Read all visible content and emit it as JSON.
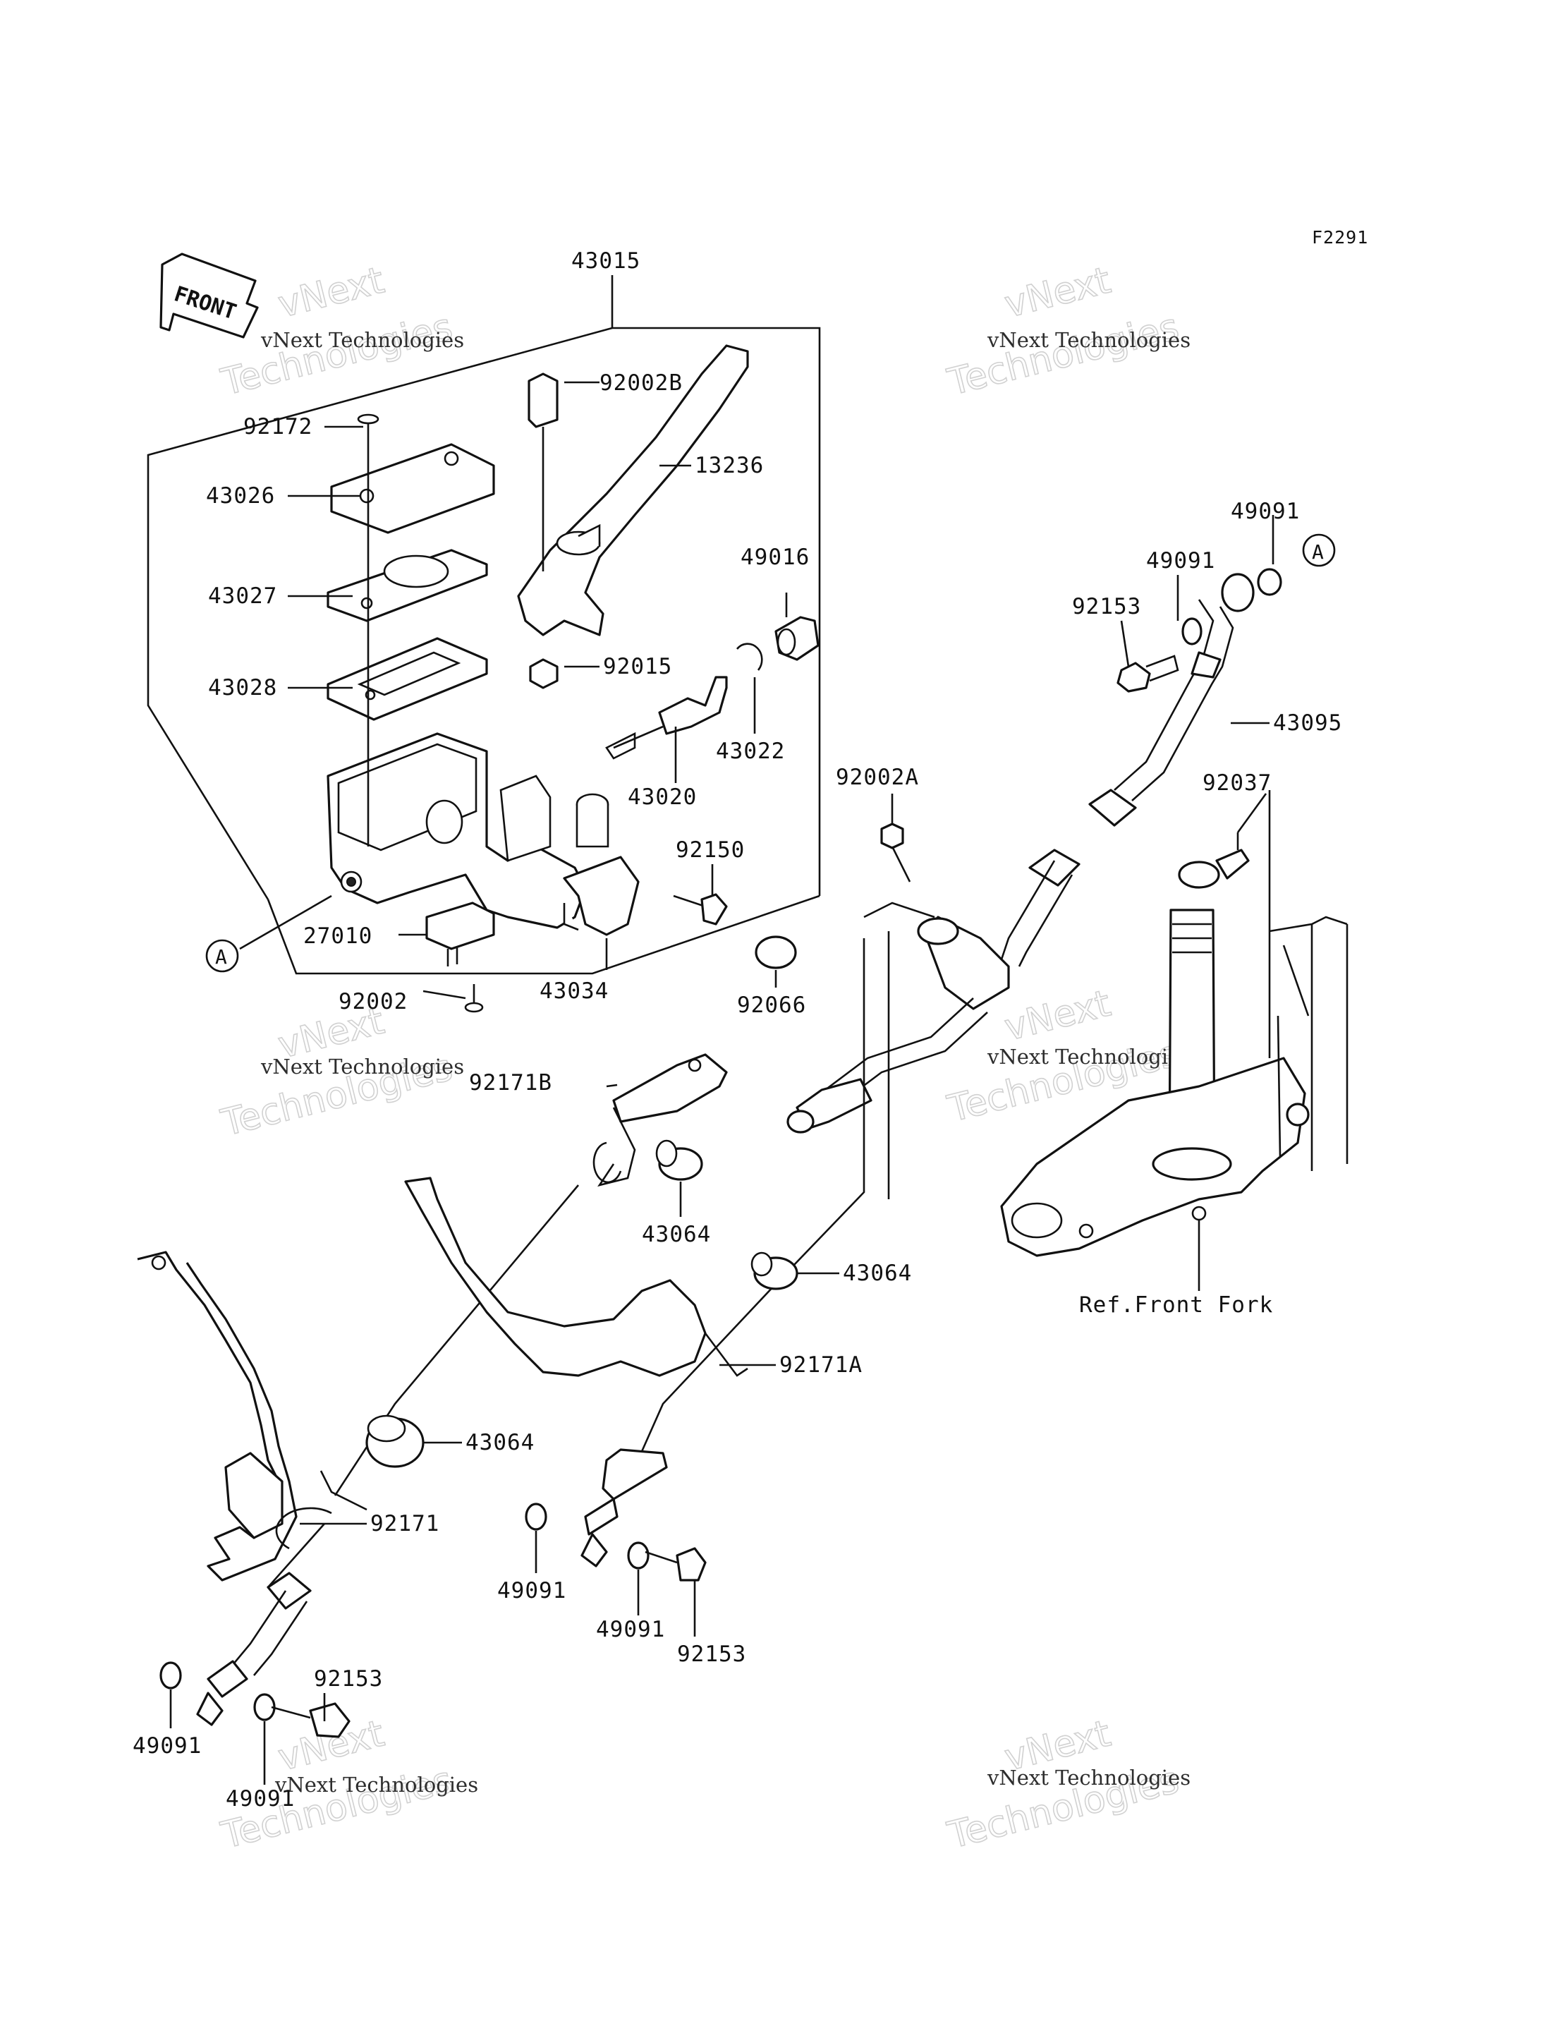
{
  "diagram_code": "F2291",
  "front_arrow_label": "FRONT",
  "reference_label": "Ref.Front Fork",
  "callout_marker": "A",
  "watermark": {
    "line1": "vNext Technologies",
    "line2": "Technologies",
    "line3": "vNext"
  },
  "parts": {
    "p43015": "43015",
    "p92002B": "92002B",
    "p92172": "92172",
    "p13236": "13236",
    "p43026": "43026",
    "p43027": "43027",
    "p49016": "49016",
    "p43028": "43028",
    "p92015": "92015",
    "p43022": "43022",
    "p43020": "43020",
    "p92150": "92150",
    "p27010": "27010",
    "p43034": "43034",
    "p92002": "92002",
    "p92066": "92066",
    "p49091_top_right": "49091",
    "p49091_top_mid": "49091",
    "p92153_top": "92153",
    "p43095": "43095",
    "p92002A": "92002A",
    "p92037": "92037",
    "p92171B": "92171B",
    "p43064_center": "43064",
    "p43064_right": "43064",
    "p92171A": "92171A",
    "p43064_left": "43064",
    "p92171": "92171",
    "p49091_mid_left": "49091",
    "p49091_mid_right": "49091",
    "p92153_mid": "92153",
    "p92153_bottom": "92153",
    "p49091_bottom_left": "49091",
    "p49091_bottom_mid": "49091"
  }
}
